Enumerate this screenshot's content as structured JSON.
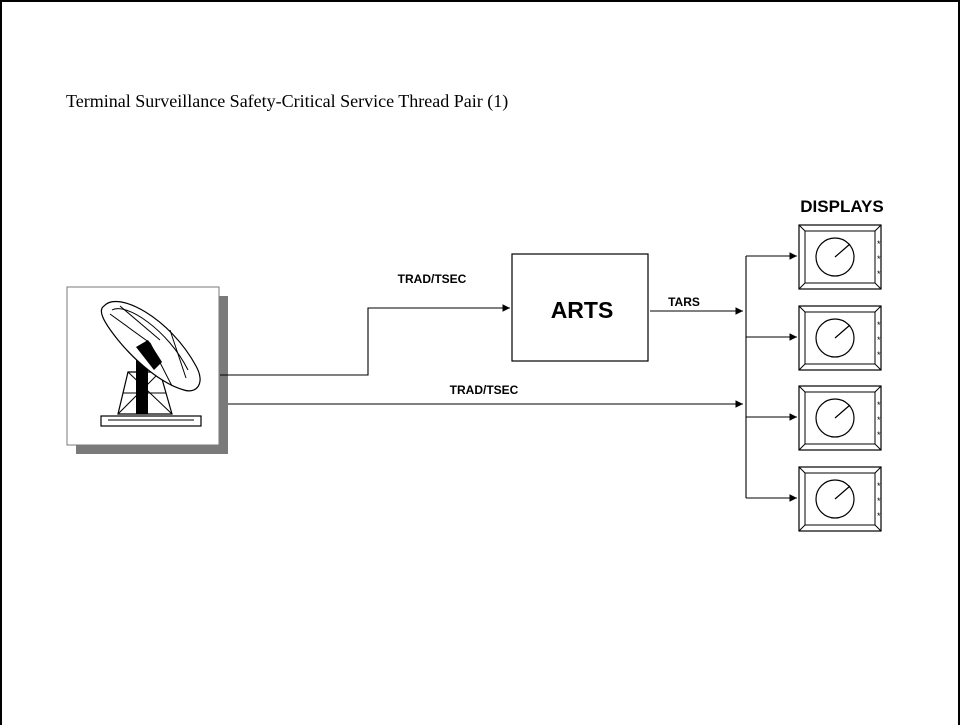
{
  "title": "Terminal Surveillance Safety-Critical Service Thread Pair (1)",
  "nodes": {
    "radar": {
      "icon": "radar-antenna-icon"
    },
    "arts": {
      "label": "ARTS"
    },
    "displays": {
      "label": "DISPLAYS",
      "count": 4,
      "icon": "radar-display-icon"
    }
  },
  "edges": {
    "radar_to_arts": {
      "label": "TRAD/TSEC"
    },
    "arts_to_displays": {
      "label": "TARS"
    },
    "radar_to_displays": {
      "label": "TRAD/TSEC"
    }
  },
  "display_marks": "*"
}
